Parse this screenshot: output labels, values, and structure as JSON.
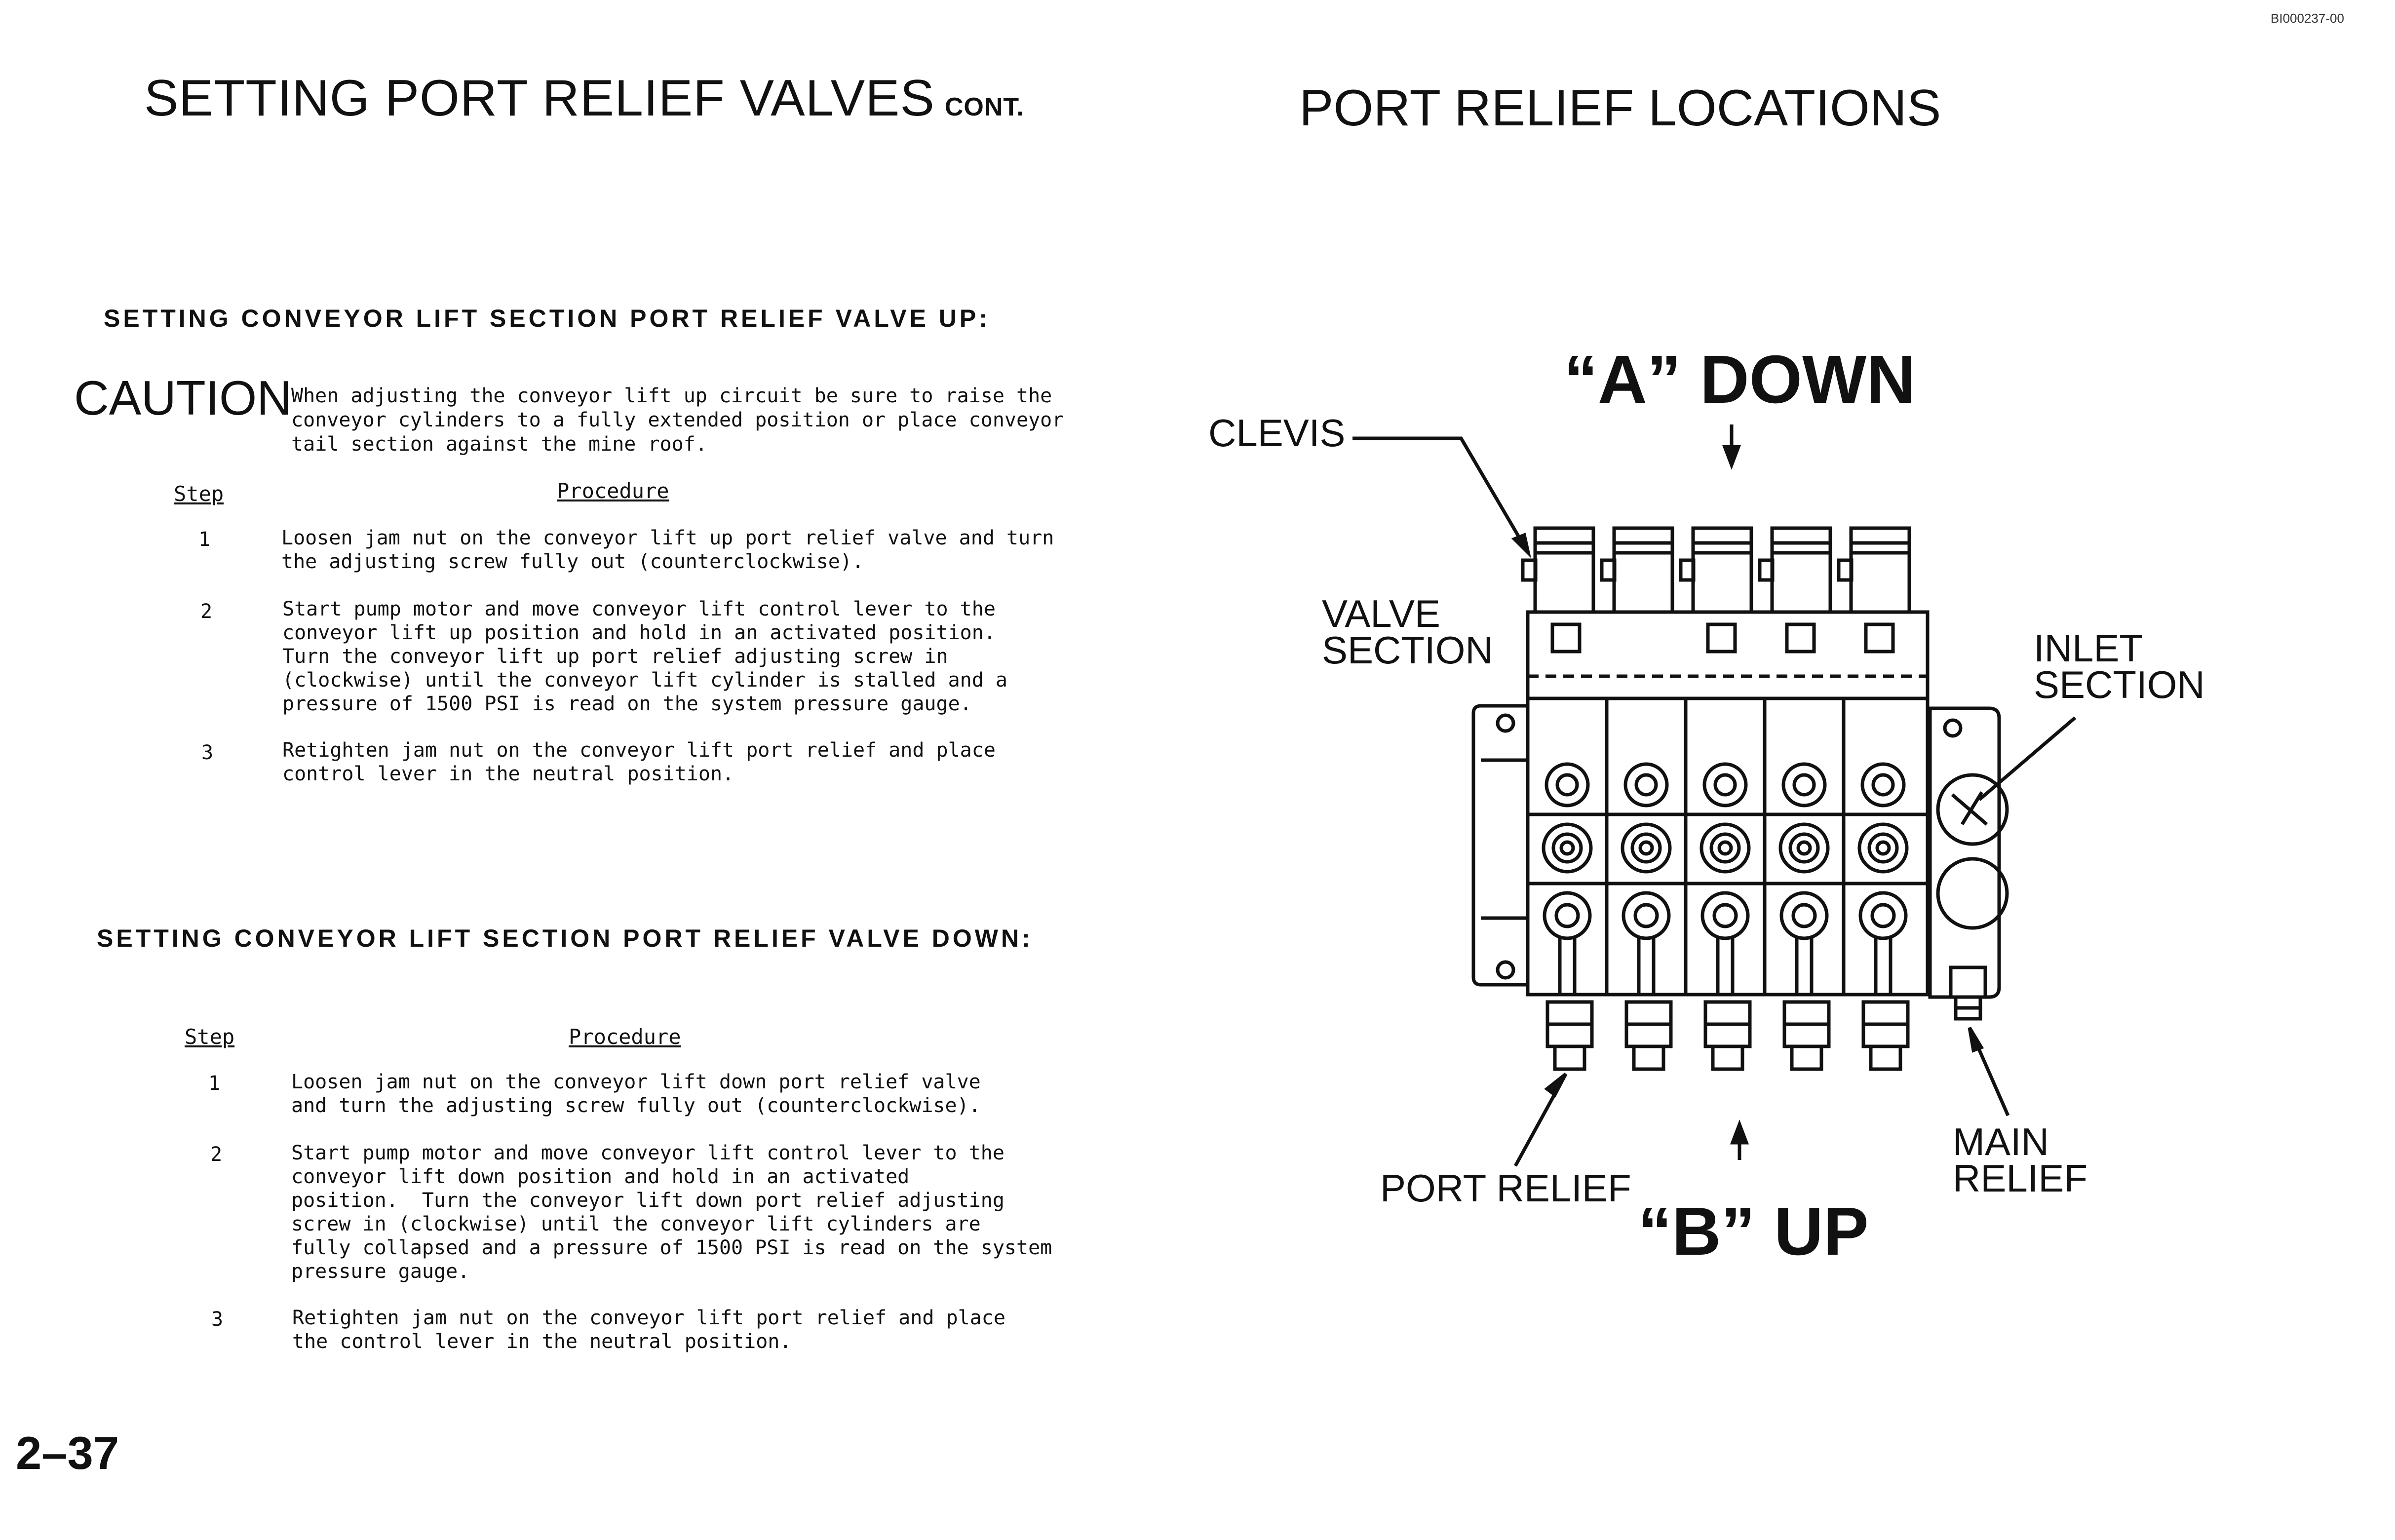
{
  "doc_id": "BI000237-00",
  "left": {
    "title": "SETTING PORT RELIEF VALVES",
    "title_suffix": "CONT.",
    "section_up": {
      "heading": "SETTING CONVEYOR LIFT SECTION PORT RELIEF VALVE UP:",
      "caution_label": "CAUTION",
      "caution_text": "When adjusting the conveyor lift up circuit be sure to raise the\nconveyor cylinders to a fully extended position or place conveyor\ntail section against the mine roof.",
      "step_header": "Step",
      "procedure_header": "Procedure",
      "steps": [
        {
          "num": "1",
          "text": "Loosen jam nut on the conveyor lift up port relief valve and turn\nthe adjusting screw fully out (counterclockwise)."
        },
        {
          "num": "2",
          "text": "Start pump motor and move conveyor lift control lever to the\nconveyor lift up position and hold in an activated position.\nTurn the conveyor lift up port relief adjusting screw in\n(clockwise) until the conveyor lift cylinder is stalled and a\npressure of 1500 PSI is read on the system pressure gauge."
        },
        {
          "num": "3",
          "text": "Retighten jam nut on the conveyor lift port relief and place\ncontrol lever in the neutral position."
        }
      ]
    },
    "section_down": {
      "heading": "SETTING CONVEYOR LIFT SECTION PORT RELIEF VALVE DOWN:",
      "step_header": "Step",
      "procedure_header": "Procedure",
      "steps": [
        {
          "num": "1",
          "text": "Loosen jam nut on the conveyor lift down port relief valve\nand turn the adjusting screw fully out (counterclockwise)."
        },
        {
          "num": "2",
          "text": "Start pump motor and move conveyor lift control lever to the\nconveyor lift down position and hold in an activated\nposition.  Turn the conveyor lift down port relief adjusting\nscrew in (clockwise) until the conveyor lift cylinders are\nfully collapsed and a pressure of 1500 PSI is read on the system\npressure gauge."
        },
        {
          "num": "3",
          "text": "Retighten jam nut on the conveyor lift port relief and place\nthe control lever in the neutral position."
        }
      ]
    },
    "page_number": "2–37"
  },
  "right": {
    "title": "PORT RELIEF LOCATIONS",
    "labels": {
      "a_down": "“A” DOWN",
      "b_up": "“B” UP",
      "clevis": "CLEVIS",
      "valve_section": "VALVE\nSECTION",
      "inlet_section": "INLET\nSECTION",
      "port_relief": "PORT RELIEF",
      "main_relief": "MAIN\nRELIEF"
    }
  }
}
